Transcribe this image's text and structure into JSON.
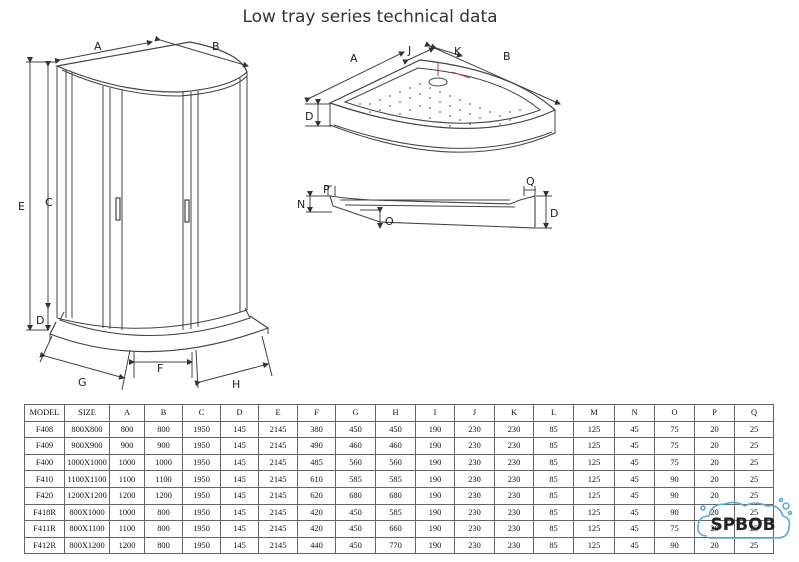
{
  "title": "Low tray series technical data",
  "enclosure_labels": {
    "A": "A",
    "B": "B",
    "C": "C",
    "D": "D",
    "E": "E",
    "F": "F",
    "G": "G",
    "H": "H"
  },
  "tray_labels": {
    "A": "A",
    "B": "B",
    "D": "D",
    "J": "J",
    "K": "K"
  },
  "section_labels": {
    "N": "N",
    "O": "O",
    "P": "P",
    "Q": "Q",
    "D": "D"
  },
  "logo_text": "SPBOB",
  "colors": {
    "line": "#444444",
    "logo": "#5aa9d6"
  },
  "table": {
    "headers": [
      "MODEL",
      "SIZE",
      "A",
      "B",
      "C",
      "D",
      "E",
      "F",
      "G",
      "H",
      "I",
      "J",
      "K",
      "L",
      "M",
      "N",
      "O",
      "P",
      "Q"
    ],
    "rows": [
      [
        "F408",
        "800X800",
        "800",
        "800",
        "1950",
        "145",
        "2145",
        "380",
        "450",
        "450",
        "190",
        "230",
        "230",
        "85",
        "125",
        "45",
        "75",
        "20",
        "25"
      ],
      [
        "F409",
        "900X900",
        "900",
        "900",
        "1950",
        "145",
        "2145",
        "490",
        "460",
        "460",
        "190",
        "230",
        "230",
        "85",
        "125",
        "45",
        "75",
        "20",
        "25"
      ],
      [
        "F400",
        "1000X1000",
        "1000",
        "1000",
        "1950",
        "145",
        "2145",
        "485",
        "560",
        "560",
        "190",
        "230",
        "230",
        "85",
        "125",
        "45",
        "75",
        "20",
        "25"
      ],
      [
        "F410",
        "1100X1100",
        "1100",
        "1100",
        "1950",
        "145",
        "2145",
        "610",
        "585",
        "585",
        "190",
        "230",
        "230",
        "85",
        "125",
        "45",
        "90",
        "20",
        "25"
      ],
      [
        "F420",
        "1200X1200",
        "1200",
        "1200",
        "1950",
        "145",
        "2145",
        "620",
        "680",
        "680",
        "190",
        "230",
        "230",
        "85",
        "125",
        "45",
        "90",
        "20",
        "25"
      ],
      [
        "F418R",
        "800X1000",
        "1000",
        "800",
        "1950",
        "145",
        "2145",
        "420",
        "450",
        "585",
        "190",
        "230",
        "230",
        "85",
        "125",
        "45",
        "90",
        "20",
        "25"
      ],
      [
        "F411R",
        "800X1100",
        "1100",
        "800",
        "1950",
        "145",
        "2145",
        "420",
        "450",
        "660",
        "190",
        "230",
        "230",
        "85",
        "125",
        "45",
        "75",
        "20",
        "25"
      ],
      [
        "F412R",
        "800X1200",
        "1200",
        "800",
        "1950",
        "145",
        "2145",
        "440",
        "450",
        "770",
        "190",
        "230",
        "230",
        "85",
        "125",
        "45",
        "90",
        "20",
        "25"
      ]
    ]
  }
}
